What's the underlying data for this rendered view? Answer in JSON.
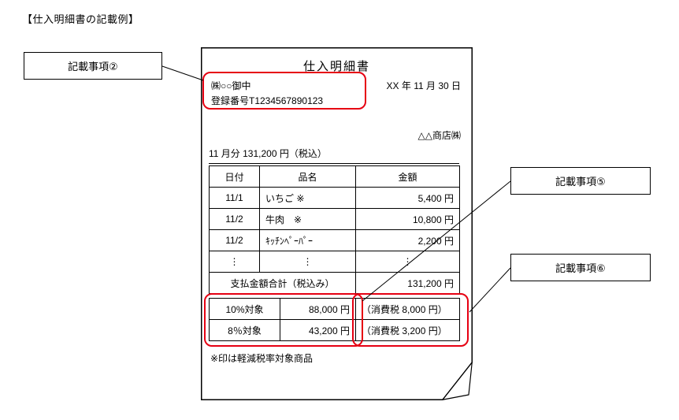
{
  "page": {
    "heading": "【仕入明細書の記載例】"
  },
  "callouts": {
    "item2": "記載事項②",
    "item5": "記載事項⑤",
    "item6": "記載事項⑥"
  },
  "document": {
    "title": "仕入明細書",
    "addressee": "㈱○○御中",
    "registration_number": "登録番号T1234567890123",
    "date": "XX 年 11 月 30 日",
    "issuer": "△△商店㈱",
    "period_summary": "11 月分 131,200 円（税込）",
    "table": {
      "headers": [
        "日付",
        "品名",
        "金額"
      ],
      "rows": [
        {
          "date": "11/1",
          "item": "いちご ※",
          "amount": "5,400 円"
        },
        {
          "date": "11/2",
          "item": "牛肉　※",
          "amount": "10,800 円"
        },
        {
          "date": "11/2",
          "item": "ｷｯﾁﾝﾍﾟｰﾊﾟｰ",
          "amount": "2,200 円"
        },
        {
          "date": "⋮",
          "item": "⋮",
          "amount": "⋮"
        }
      ],
      "total_label": "支払金額合計（税込み）",
      "total_amount": "131,200 円",
      "tax_rows": [
        {
          "rate": "10%対象",
          "amount": "88,000 円",
          "tax": "（消費税 8,000 円）"
        },
        {
          "rate": "8％対象",
          "amount": "43,200 円",
          "tax": "（消費税 3,200 円）"
        }
      ]
    },
    "footnote": "※印は軽減税率対象商品"
  },
  "colors": {
    "highlight_red": "#e60012",
    "line_black": "#000000"
  }
}
